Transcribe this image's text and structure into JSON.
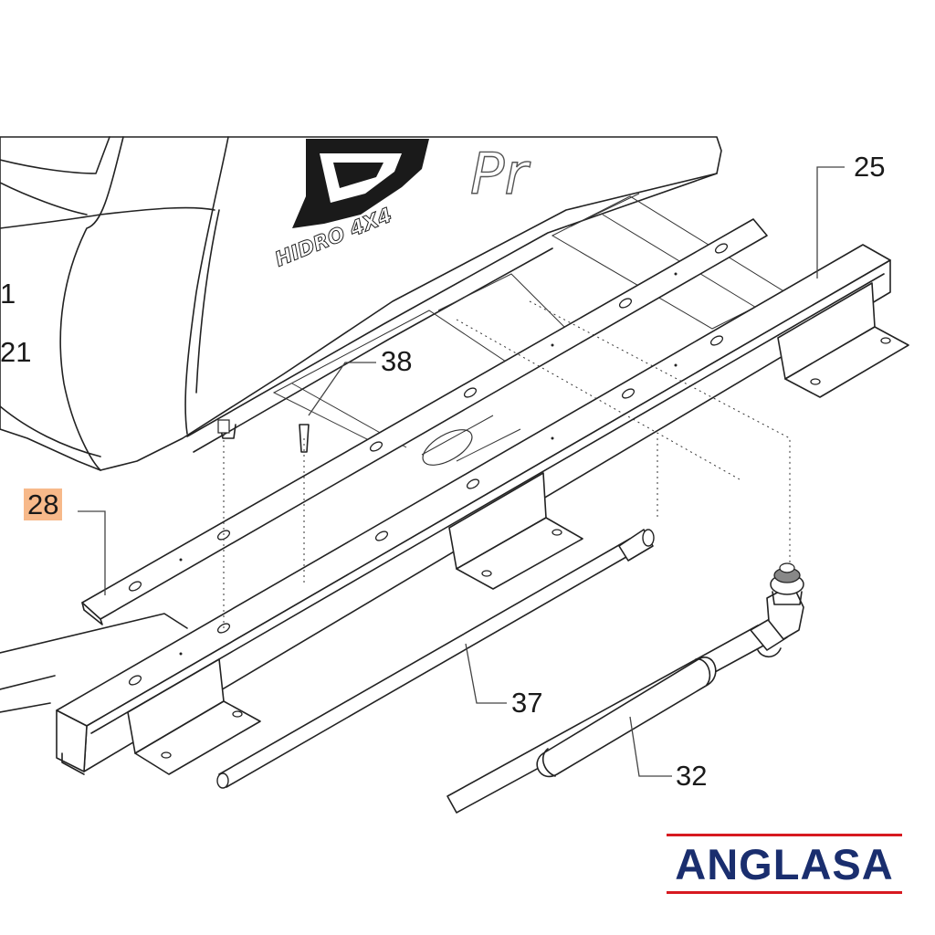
{
  "callouts": [
    {
      "id": "25",
      "label": "25",
      "highlighted": false
    },
    {
      "id": "1",
      "label": "1",
      "highlighted": false
    },
    {
      "id": "21",
      "label": "21",
      "highlighted": false
    },
    {
      "id": "38",
      "label": "38",
      "highlighted": false
    },
    {
      "id": "28",
      "label": "28",
      "highlighted": true
    },
    {
      "id": "37",
      "label": "37",
      "highlighted": false
    },
    {
      "id": "32",
      "label": "32",
      "highlighted": false
    }
  ],
  "body_lettering": {
    "model_text": "HIDRO 4X4",
    "partial_text": "Pr"
  },
  "brand": {
    "name": "ANGLASA",
    "colors": {
      "text": "#1a2e6e",
      "rules": "#d71920"
    }
  },
  "highlight_color": "#f7b98a",
  "icons": [
    "brand-logo",
    "exploded-parts-diagram"
  ]
}
